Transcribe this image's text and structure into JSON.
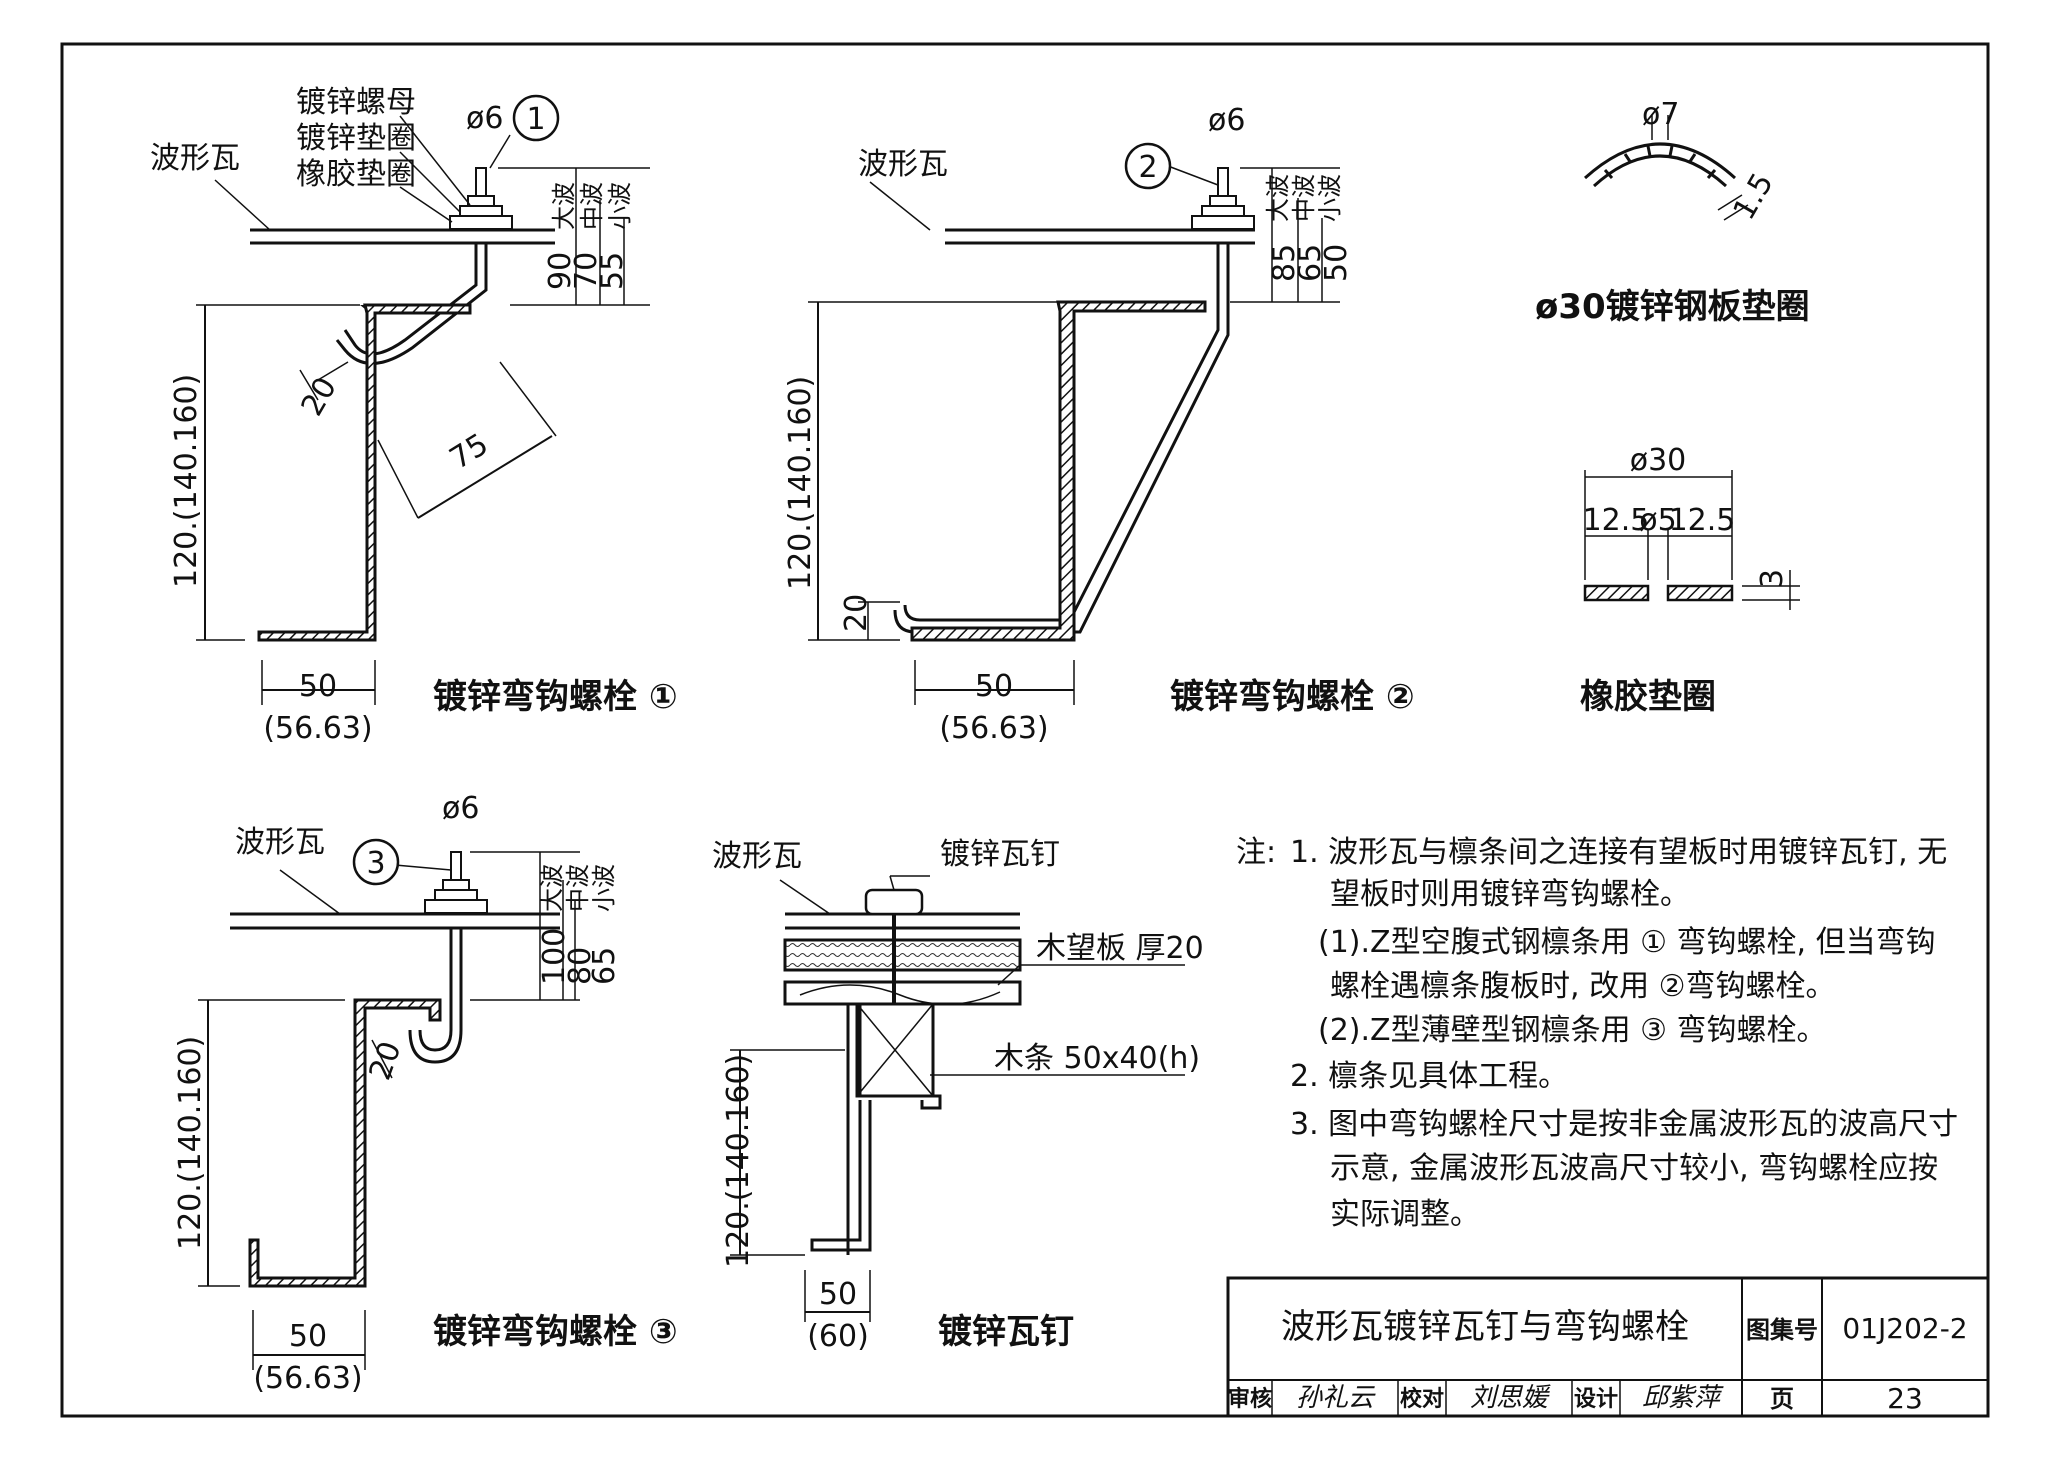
{
  "bolt1": {
    "labels": [
      "镀锌螺母",
      "镀锌垫圈",
      "橡胶垫圈"
    ],
    "tile_label": "波形瓦",
    "diameter": "ø6",
    "marker": "1",
    "wave_labels": [
      "大波",
      "中波",
      "小波"
    ],
    "heights": [
      "90",
      "70",
      "55"
    ],
    "hook": "20",
    "offset": "75",
    "purlin_height": "120.(140.160)",
    "width": "50",
    "width_alt": "(56.63)",
    "title": "镀锌弯钩螺栓 ①"
  },
  "bolt2": {
    "tile_label": "波形瓦",
    "diameter": "ø6",
    "marker": "2",
    "wave_labels": [
      "大波",
      "中波",
      "小波"
    ],
    "heights": [
      "85",
      "65",
      "50"
    ],
    "hook": "20",
    "purlin_height": "120.(140.160)",
    "width": "50",
    "width_alt": "(56.63)",
    "title": "镀锌弯钩螺栓 ②"
  },
  "washer": {
    "diameter": "ø7",
    "thickness": "1.5",
    "title": "ø30镀锌钢板垫圈"
  },
  "rubber": {
    "outer": "ø30",
    "parts": [
      "12.5",
      "ø5",
      "12.5"
    ],
    "thickness": "3",
    "title": "橡胶垫圈"
  },
  "bolt3": {
    "tile_label": "波形瓦",
    "diameter": "ø6",
    "marker": "3",
    "wave_labels": [
      "大波",
      "中波",
      "小波"
    ],
    "heights": [
      "100",
      "80",
      "65"
    ],
    "hook": "20",
    "purlin_height": "120.(140.160)",
    "width": "50",
    "width_alt": "(56.63)",
    "title": "镀锌弯钩螺栓 ③"
  },
  "nail": {
    "tile_label": "波形瓦",
    "nail_label": "镀锌瓦钉",
    "board_label": "木望板  厚20",
    "strip_label": "木条 50x40(h)",
    "purlin_height": "120.(140.160)",
    "width": "50",
    "width_alt": "(60)",
    "title": "镀锌瓦钉"
  },
  "notes": {
    "prefix": "注:",
    "lines": [
      "1.  波形瓦与檩条间之连接有望板时用镀锌瓦钉, 无",
      "望板时则用镀锌弯钩螺栓。",
      "(1).Z型空腹式钢檩条用 ① 弯钩螺栓, 但当弯钩",
      "螺栓遇檩条腹板时, 改用 ②弯钩螺栓。",
      "(2).Z型薄壁型钢檩条用 ③ 弯钩螺栓。",
      "2.  檩条见具体工程。",
      "3.  图中弯钩螺栓尺寸是按非金属波形瓦的波高尺寸",
      "示意, 金属波形瓦波高尺寸较小, 弯钩螺栓应按",
      "实际调整。"
    ]
  },
  "titleblock": {
    "title": "波形瓦镀锌瓦钉与弯钩螺栓",
    "atlas_label": "图集号",
    "atlas_no": "01J202-2",
    "review_label": "审核",
    "reviewer": "孙礼云",
    "check_label": "校对",
    "checker": "刘思媛",
    "design_label": "设计",
    "designer": "邱紫萍",
    "page_label": "页",
    "page_no": "23"
  }
}
